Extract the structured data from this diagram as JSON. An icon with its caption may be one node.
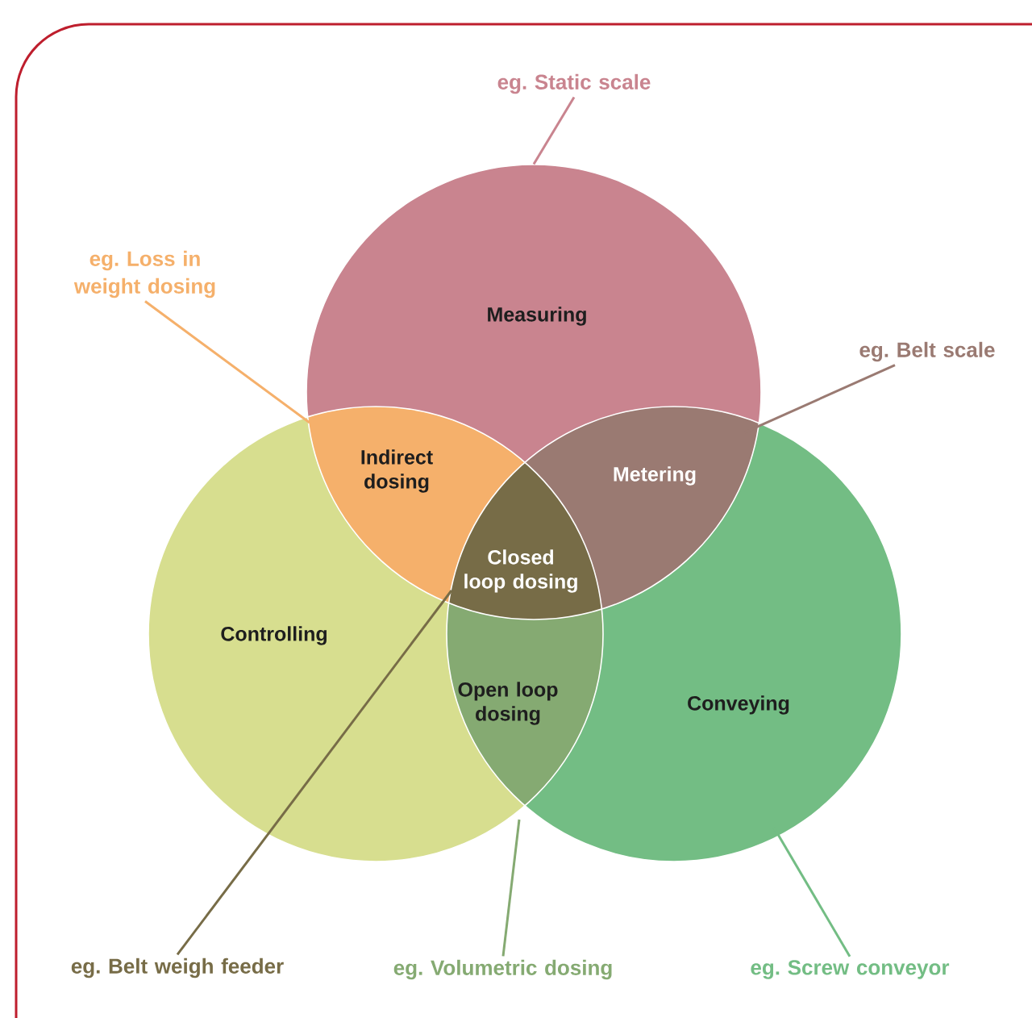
{
  "diagram": {
    "nodes": [
      {
        "text": [
          "Measuring"
        ]
      },
      {
        "text": [
          "Controlling"
        ]
      },
      {
        "text": [
          "Conveying"
        ]
      },
      {
        "text": [
          "Indirect dosing"
        ]
      },
      {
        "text": [
          "Metering"
        ]
      },
      {
        "text": [
          "Closed loop dosing"
        ]
      },
      {
        "text": [
          "Open loop dosing"
        ]
      },
      {
        "text": [
          "eg. Static scale"
        ]
      },
      {
        "text": [
          "eg. Loss in weight dosing"
        ]
      },
      {
        "text": [
          "eg. Belt scale"
        ]
      },
      {
        "text": [
          "eg. Belt weigh feeder"
        ]
      },
      {
        "text": [
          "eg. Volumetric dosing"
        ]
      },
      {
        "text": [
          "eg. Screw conveyor"
        ]
      }
    ],
    "edges": [
      {
        "from": 7,
        "to": 0,
        "arrow": "none",
        "color": "#c9848f"
      },
      {
        "from": 8,
        "to": 3,
        "arrow": "none",
        "color": "#f5b06b"
      },
      {
        "from": 9,
        "to": 4,
        "arrow": "none",
        "color": "#9a7a72"
      },
      {
        "from": 10,
        "to": 5,
        "arrow": "none",
        "color": "#776c47"
      },
      {
        "from": 11,
        "to": 6,
        "arrow": "none",
        "color": "#85aa72"
      },
      {
        "from": 12,
        "to": 2,
        "arrow": "none",
        "color": "#73bd84"
      }
    ]
  }
}
